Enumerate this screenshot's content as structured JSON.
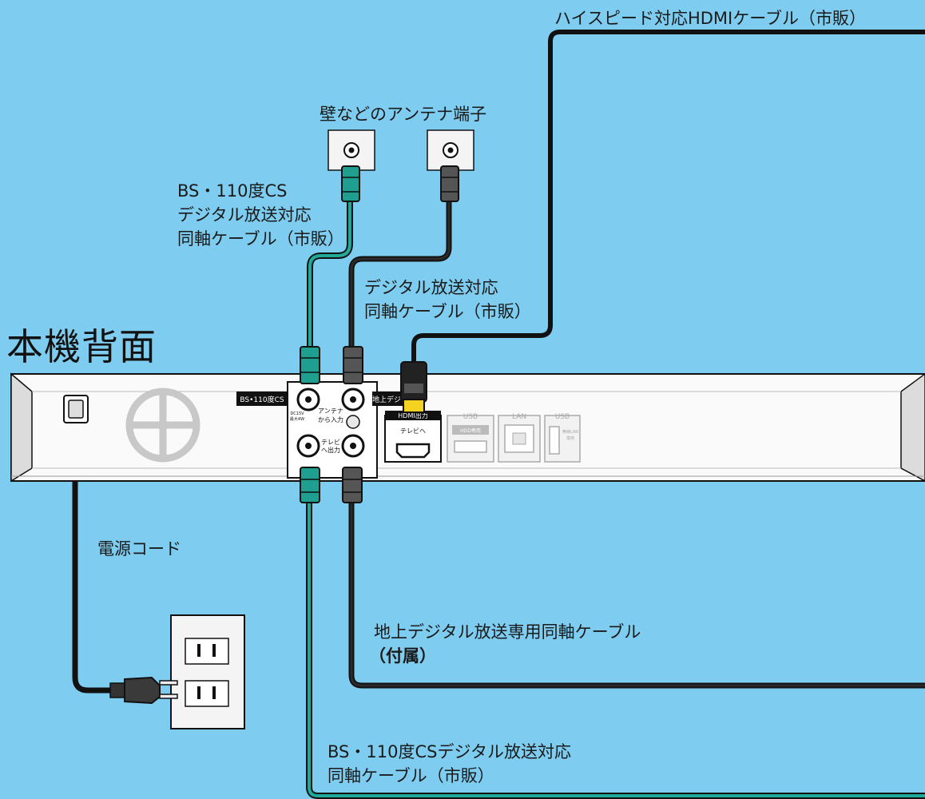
{
  "title": "本機背面",
  "labels": {
    "hdmi_cable": "ハイスピード対応HDMIケーブル（市販）",
    "wall_antenna": "壁などのアンテナ端子",
    "bs_cable_top_line1": "BS・110度CS",
    "bs_cable_top_line2": "デジタル放送対応",
    "bs_cable_top_line3": "同軸ケーブル（市販）",
    "digital_cable_line1": "デジタル放送対応",
    "digital_cable_line2": "同軸ケーブル（市販）",
    "power_cord": "電源コード",
    "terrestrial_cable_line1": "地上デジタル放送専用同軸ケーブル",
    "terrestrial_cable_line2": "（付属）",
    "bs_cable_bottom_line1": "BS・110度CSデジタル放送対応",
    "bs_cable_bottom_line2": "同軸ケーブル（市販）"
  },
  "panel": {
    "bs_label": "BS•110度CS",
    "antenna_in": "アンテナ",
    "antenna_in2": "から入力",
    "tv_out": "テレビ",
    "tv_out2": "へ出力",
    "dc_label": "DC15V",
    "dc_label2": "最大4W",
    "terrestrial_label": "地上デジ",
    "hdmi_out": "HDMI出力",
    "to_tv": "テレビへ",
    "usb1": "USB",
    "hdd_only": "HDD専用",
    "lan": "LAN",
    "usb2": "USB",
    "wlan_only": "無線LAN",
    "wlan_only2": "専用"
  },
  "colors": {
    "background": "#7ecdf0",
    "bs_cable": "#1aa89a",
    "terrestrial_cable": "#222222",
    "hdmi_connector": "#f4d21f"
  }
}
